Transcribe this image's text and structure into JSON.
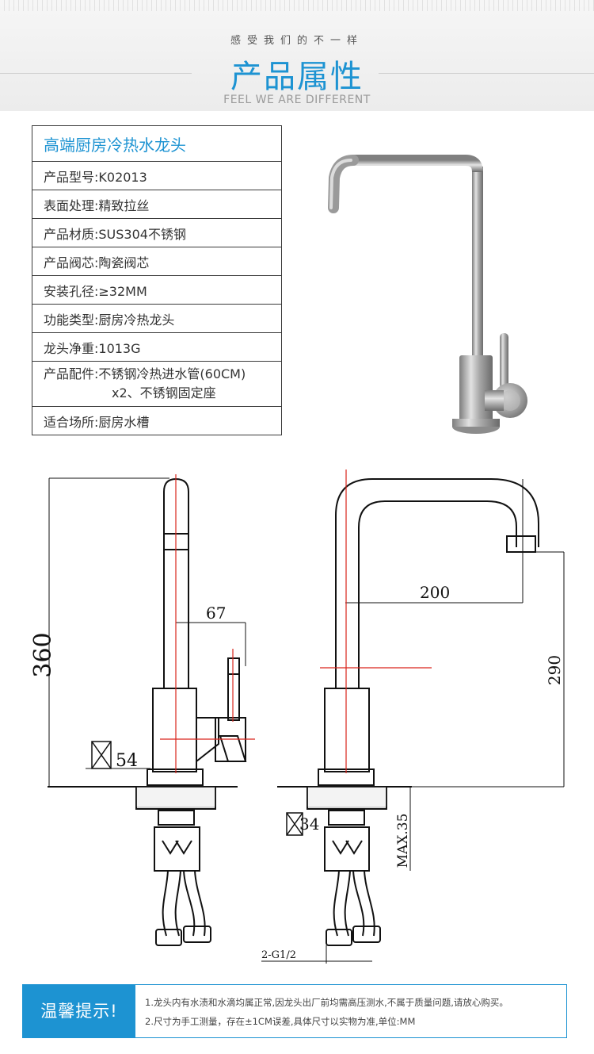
{
  "header": {
    "slogan": "感受我们的不一样",
    "title": "产品属性",
    "subtitle": "FEEL WE ARE DIFFERENT"
  },
  "specs": {
    "product_name": "高端厨房冷热水龙头",
    "rows": [
      "产品型号:K02013",
      "表面处理:精致拉丝",
      "产品材质:SUS304不锈钢",
      "产品阀芯:陶瓷阀芯",
      "安装孔径:≥32MM",
      "功能类型:厨房冷热龙头",
      "龙头净重:1013G"
    ],
    "accessories_line1": "产品配件:不锈钢冷热进水管(60CM)",
    "accessories_line2": "x2、不锈钢固定座",
    "place": "适合场所:厨房水槽"
  },
  "drawing": {
    "dim_height": "360",
    "dim_handle": "67",
    "dim_base": "54",
    "dim_reach": "200",
    "dim_spout_height": "290",
    "dim_hole": "34",
    "dim_max_thickness": "MAX.35",
    "dim_thread": "2-G1/2"
  },
  "tips": {
    "title": "温馨提示!",
    "line1": "1.龙头内有水渍和水滴均属正常,因龙头出厂前均需高压测水,不属于质量问题,请放心购买。",
    "line2": "2.尺寸为手工测量，存在±1CM误差,具体尺寸以实物为准,单位:MM"
  },
  "colors": {
    "accent": "#1d93d2",
    "dimension_red": "#d9251c"
  }
}
